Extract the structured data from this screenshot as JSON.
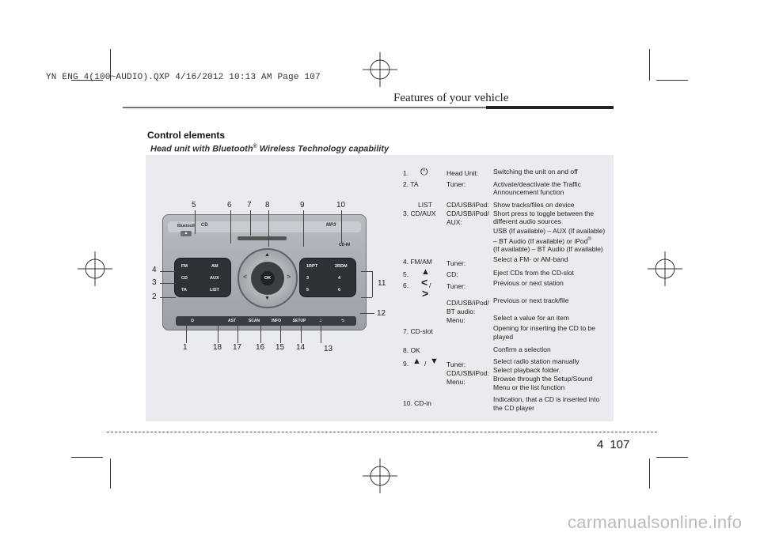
{
  "print_header": "YN ENG 4(100~AUDIO).QXP  4/16/2012  10:13 AM  Page 107",
  "section_header": "Features of your vehicle",
  "title": "Control elements",
  "subtitle_main": "Head unit with Bluetooth",
  "subtitle_reg": "®",
  "subtitle_rest": " Wireless Technology capability",
  "page": {
    "chapter": "4",
    "number": "107"
  },
  "watermark": "carmanualsonline.info",
  "diagram": {
    "callouts": [
      "1",
      "2",
      "3",
      "4",
      "5",
      "6",
      "7",
      "8",
      "9",
      "10",
      "11",
      "12",
      "13",
      "14",
      "15",
      "16",
      "17",
      "18"
    ],
    "labels": {
      "bluetooth": "Bluetooth",
      "cd": "CD",
      "mp3": "MP3",
      "cdin": "CD-IN",
      "fm": "FM",
      "am": "AM",
      "cdk": "CD",
      "aux": "AUX",
      "ta": "TA",
      "list": "LIST",
      "k1": "1RPT",
      "k2": "2RDM",
      "k3": "3",
      "k4": "4",
      "k5": "5",
      "k6": "6",
      "ok": "OK",
      "ast": "AST",
      "scan": "SCAN",
      "info": "INFO",
      "setup": "SETUP"
    }
  },
  "table": {
    "r1": {
      "num": "1.",
      "label": "Head Unit:",
      "desc": "Switching the unit on and off"
    },
    "r2": {
      "num": "2.   TA",
      "label": "Tuner:",
      "desc1": "Activate/deactivate the Traffic",
      "desc2": "Announcement function"
    },
    "r3": {
      "num1": "LIST",
      "num2": "3. CD/AUX",
      "label1": "CD/USB/iPod:",
      "label2": "CD/USB/iPod/",
      "label3": "AUX:",
      "desc1": "Show tracks/files on device",
      "desc2": "Short press to toggle between the",
      "desc3": "different audio sources",
      "desc4": "USB (If available) – AUX (If available)",
      "desc5": "– BT Audio (If available) or iPod",
      "desc5_reg": "®",
      "desc6": "(If available) – BT Audio (If available)"
    },
    "r4": {
      "num": "4.  FM/AM",
      "label": "Tuner:",
      "desc": "Select a FM- or AM-band"
    },
    "r5": {
      "num": "5.",
      "label": "CD:",
      "desc": "Eject CDs from the CD-slot"
    },
    "r6": {
      "num": "6.",
      "sep": "/",
      "label1": "Tuner:",
      "label2": "CD/USB/iPod/",
      "label3": "BT audio:",
      "label4": "Menu:",
      "desc1": "Previous or next station",
      "desc2": "Previous or next track/file",
      "desc3": "Select a value for an item"
    },
    "r7": {
      "num": "7.  CD-slot",
      "desc1": "Opening for inserting the CD to be",
      "desc2": "played"
    },
    "r8": {
      "num": "8.    OK",
      "desc": "Confirm a selection"
    },
    "r9": {
      "num": "9.",
      "sep": "/",
      "label1": "Tuner:",
      "label2": "CD/USB/iPod:",
      "label3": "Menu:",
      "desc1": "Select radio station manually",
      "desc2": "Select playback folder.",
      "desc3": "Browse through the Setup/Sound",
      "desc4": "Menu or the list function"
    },
    "r10": {
      "num": "10. CD-in",
      "desc1": "Indication, that a CD is inserted into",
      "desc2": "the CD player"
    }
  }
}
